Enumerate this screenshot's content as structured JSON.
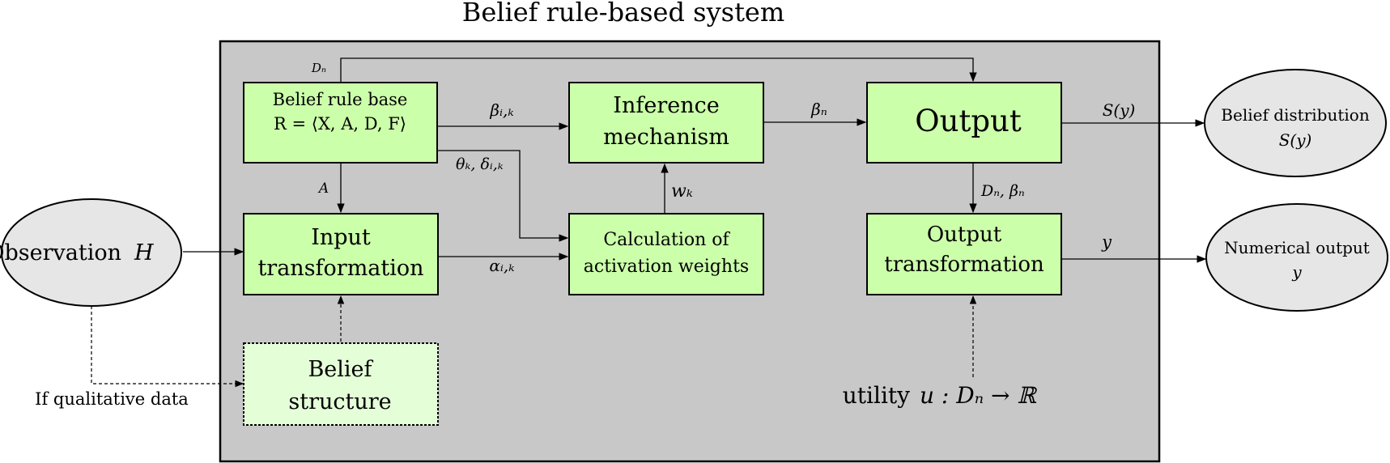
{
  "title": "Belief rule-based system",
  "nodes": {
    "observation": "Observation",
    "observation_var": "H",
    "belief_rule_base_line1": "Belief rule base",
    "belief_rule_base_line2": "R = ⟨X, A, D, F⟩",
    "inference_line1": "Inference",
    "inference_line2": "mechanism",
    "output": "Output",
    "belief_distribution_line1": "Belief distribution",
    "belief_distribution_line2": "S(y)",
    "input_transformation_line1": "Input",
    "input_transformation_line2": "transformation",
    "activation_line1": "Calculation of",
    "activation_line2": "activation weights",
    "output_transformation_line1": "Output",
    "output_transformation_line2": "transformation",
    "numerical_output_line1": "Numerical output",
    "numerical_output_line2": "y",
    "belief_structure_line1": "Belief",
    "belief_structure_line2": "structure",
    "utility": "utility",
    "utility_formula": "u : Dₙ → ℝ"
  },
  "edge_labels": {
    "dn_top": "Dₙ",
    "beta_ik": "βᵢ,ₖ",
    "beta_n": "βₙ",
    "s_y": "S(y)",
    "a": "A",
    "theta_delta": "θₖ, δᵢ,ₖ",
    "w_k": "wₖ",
    "dn_beta_n": "Dₙ, βₙ",
    "alpha_ik": "αᵢ,ₖ",
    "y": "y",
    "if_qualitative": "If qualitative data"
  },
  "colors": {
    "system_background": "#c8c8c8",
    "process_box": "#ccff a8",
    "process_box_fill": "#ccffaa",
    "belief_structure_fill": "#e4ffd8",
    "ellipse_fill": "#e6e6e6",
    "stroke": "#000000"
  }
}
